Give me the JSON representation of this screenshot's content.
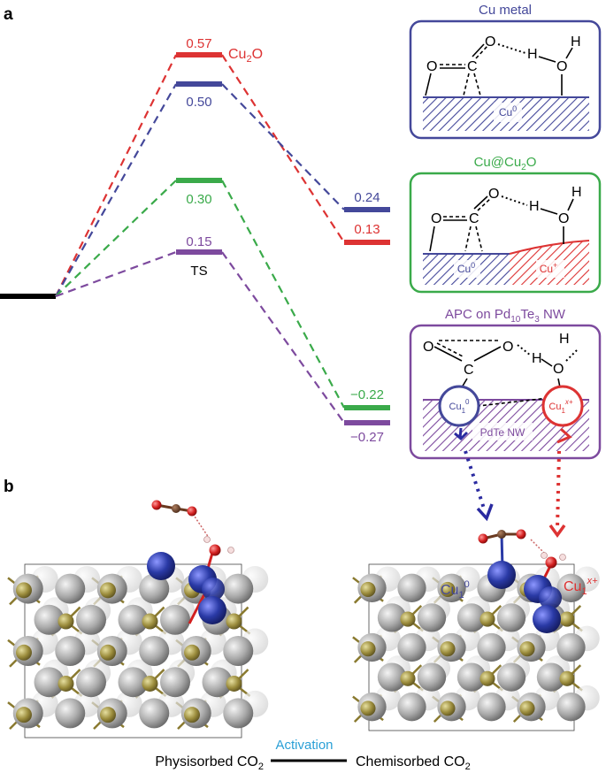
{
  "panel_a": {
    "label": "a",
    "ts_label": "TS",
    "cu2o_series": "Cu",
    "cu2o_sub": "2",
    "cu2o_tail": "O",
    "energies": {
      "cu2o_ts": "0.57",
      "cu_ts": "0.50",
      "cuatcu2o_ts": "0.30",
      "apc_ts": "0.15",
      "cu_final": "0.24",
      "cu2o_final": "0.13",
      "cuatcu2o_final": "−0.22",
      "apc_final": "−0.27"
    },
    "colors": {
      "cu2o": "#dd3333",
      "cu": "#44489a",
      "cuatcu2o": "#3aaa4a",
      "apc": "#7d4a9e",
      "ref": "#000000"
    },
    "boxes": {
      "cu_metal": {
        "title": "Cu metal",
        "surface": "Cu",
        "surface_sup": "0"
      },
      "cu_at_cu2o": {
        "title_a": "Cu@Cu",
        "title_sub": "2",
        "title_b": "O",
        "surface_left": "Cu",
        "surface_left_sup": "0",
        "surface_right": "Cu",
        "surface_right_sup": "+"
      },
      "apc": {
        "title_a": "APC on Pd",
        "title_sub1": "10",
        "title_b": "Te",
        "title_sub2": "3",
        "title_c": " NW",
        "site_left": "Cu",
        "site_left_sub": "1",
        "site_left_sup": "0",
        "site_right": "Cu",
        "site_right_sub": "1",
        "site_right_sup": "x+",
        "surface": "PdTe NW"
      }
    },
    "atoms": {
      "O": "O",
      "C": "C",
      "H": "H"
    }
  },
  "panel_b": {
    "label": "b",
    "cu_left": "Cu",
    "cu_left_sub": "1",
    "cu_left_sup": "0",
    "cu_right": "Cu",
    "cu_right_sub": "1",
    "cu_right_sup": "x+",
    "activation": "Activation",
    "physisorbed": "Physisorbed CO",
    "physisorbed_sub": "2",
    "chemisorbed": "Chemisorbed CO",
    "chemisorbed_sub": "2",
    "activation_color": "#2a9fd6"
  }
}
